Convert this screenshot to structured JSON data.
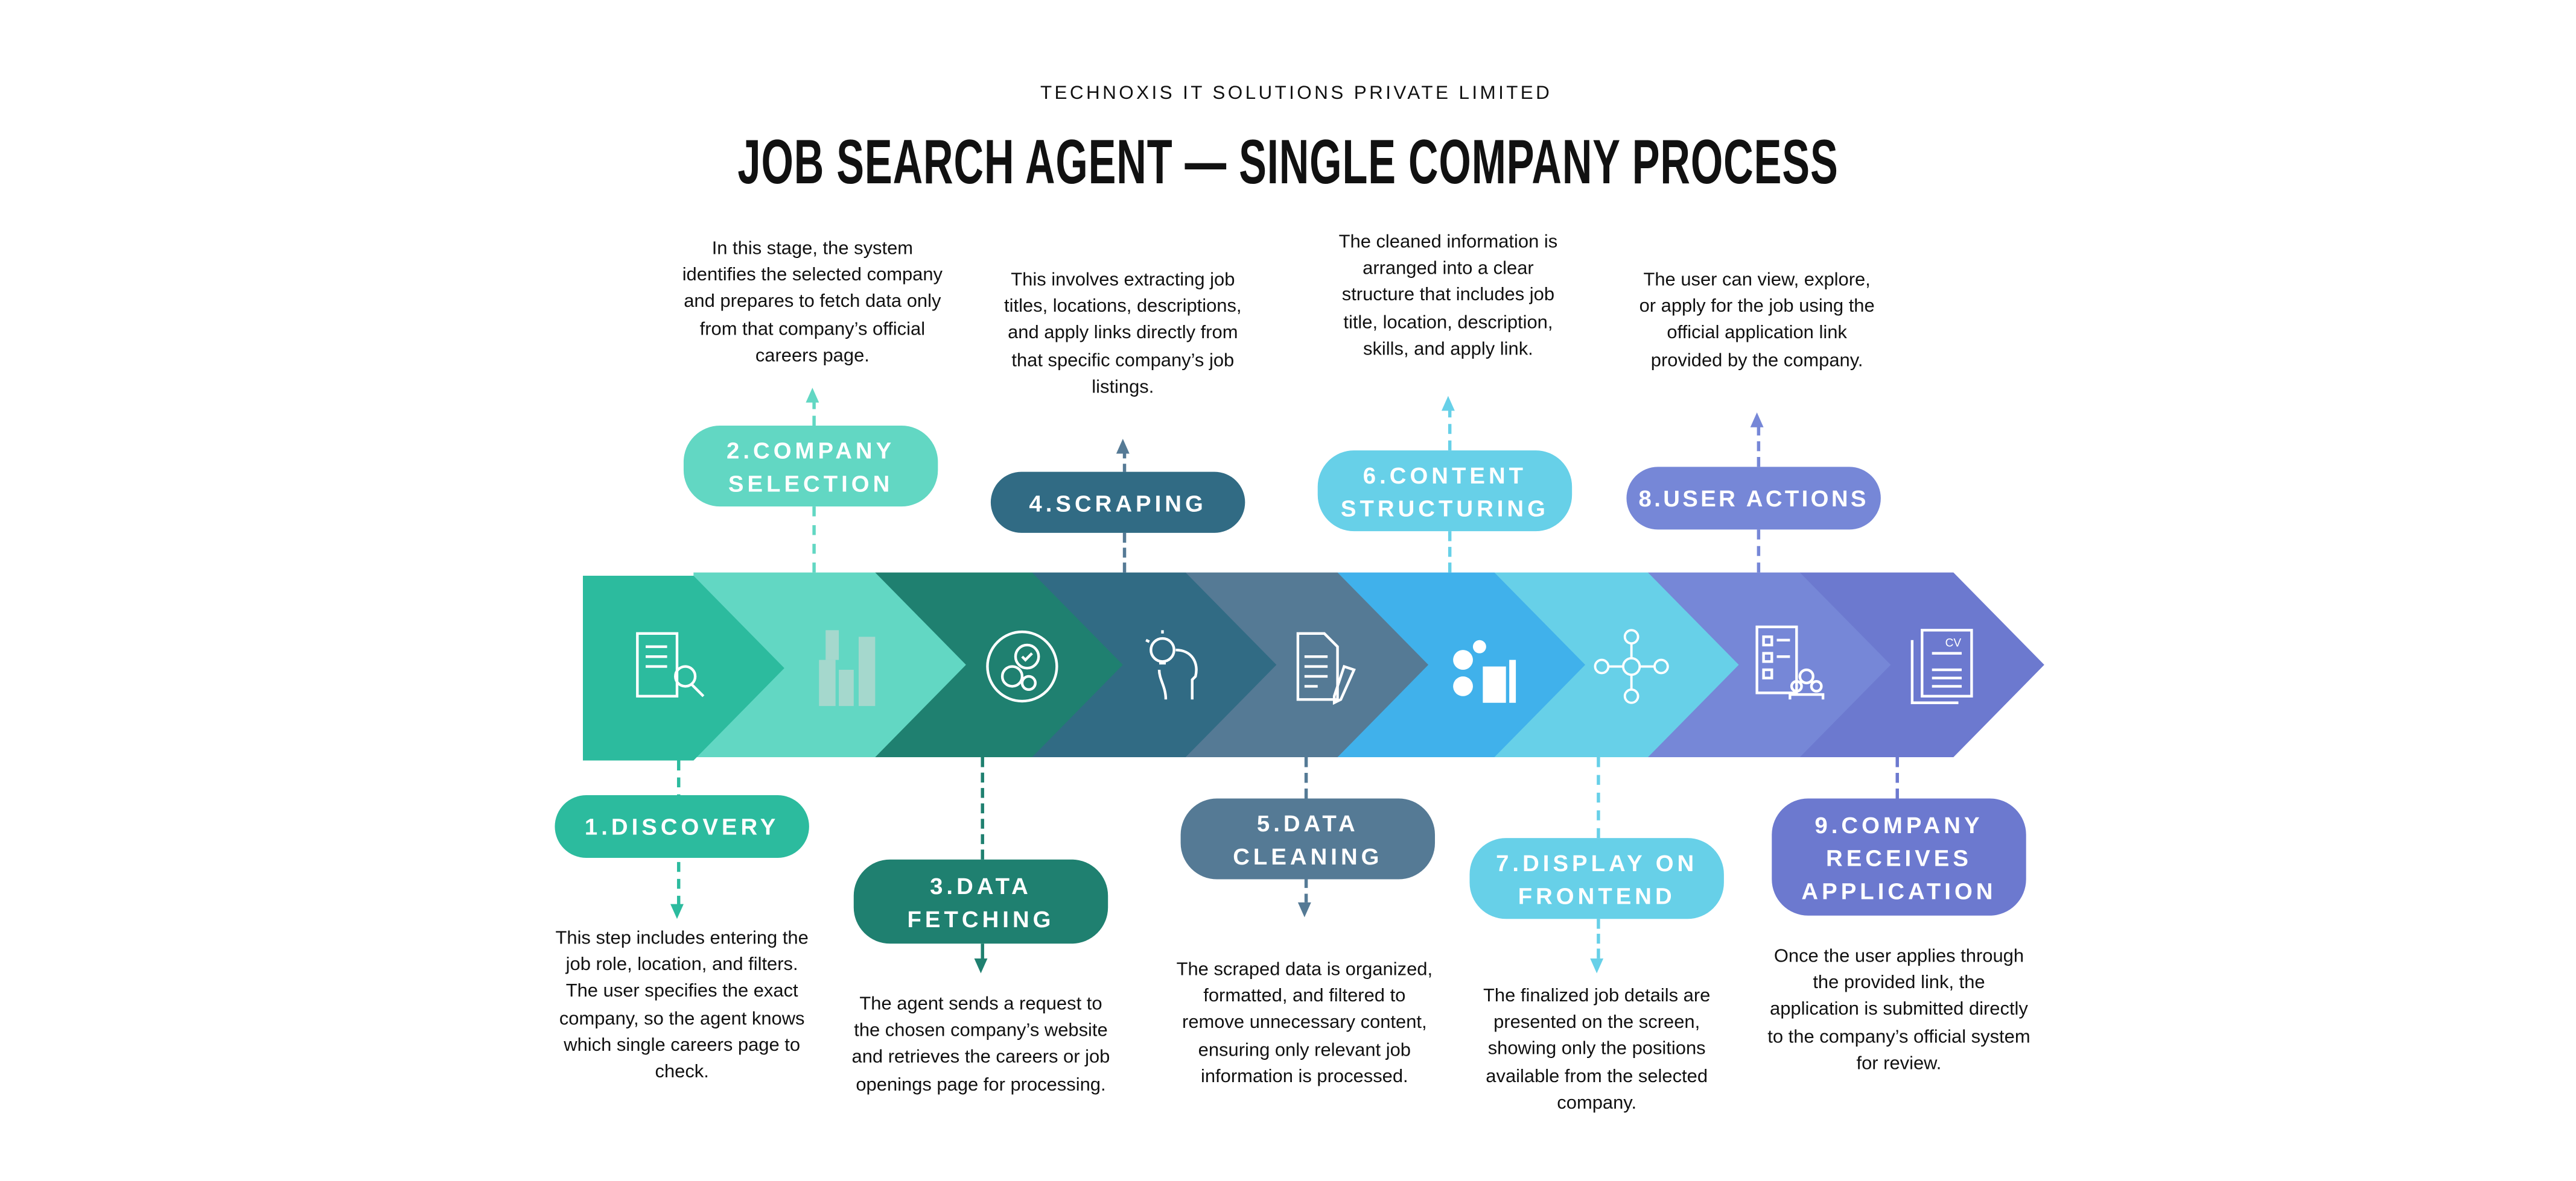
{
  "header": {
    "company": "TECHNOXIS IT SOLUTIONS PRIVATE LIMITED",
    "title": "JOB SEARCH AGENT — SINGLE COMPANY PROCESS"
  },
  "steps": [
    {
      "label": "1.DISCOVERY",
      "color": "#2CBB9E",
      "icon": "document-search-icon",
      "description": "This step includes entering the job role, location, and filters. The user specifies the exact company, so the agent knows which single careers page to check."
    },
    {
      "label": "2.COMPANY SELECTION",
      "color": "#62D7C3",
      "icon": "buildings-icon",
      "description": "In this stage, the system identifies the selected company and prepares to fetch data only from that company’s official careers page."
    },
    {
      "label": "3.DATA FETCHING",
      "color": "#1F8070",
      "icon": "gears-cycle-icon",
      "description": "The agent sends a request to the chosen company’s website and retrieves the careers or job openings page for processing."
    },
    {
      "label": "4.SCRAPING",
      "color": "#316B84",
      "icon": "head-lightbulb-icon",
      "description": "This involves extracting job titles, locations, descriptions, and apply links directly from that specific company’s job listings."
    },
    {
      "label": "5.DATA CLEANING",
      "color": "#557A95",
      "icon": "document-pencil-icon",
      "description": "The scraped data is organized, formatted, and filtered to remove unnecessary content, ensuring only relevant job information is processed."
    },
    {
      "label": "6.CONTENT STRUCTURING",
      "color": "#40B1EB",
      "icon": "gears-idea-icon",
      "description": "The cleaned information is arranged into a clear structure that includes job title, location, description, skills, and apply link."
    },
    {
      "label": "7.DISPLAY ON FRONTEND",
      "color": "#67D0E8",
      "icon": "decision-network-icon",
      "description": "The finalized job details are presented on the screen, showing only the positions available from the selected company."
    },
    {
      "label": "8.USER ACTIONS",
      "color": "#7687D7",
      "icon": "checklist-users-icon",
      "description": "The user can view, explore, or apply for the job using the official application link provided by the company."
    },
    {
      "label": "9.COMPANY RECEIVES APPLICATION",
      "color": "#6C79CF",
      "icon": "cv-document-icon",
      "description": "Once the user applies through the provided link, the application is submitted directly to the company’s official system for review."
    }
  ]
}
